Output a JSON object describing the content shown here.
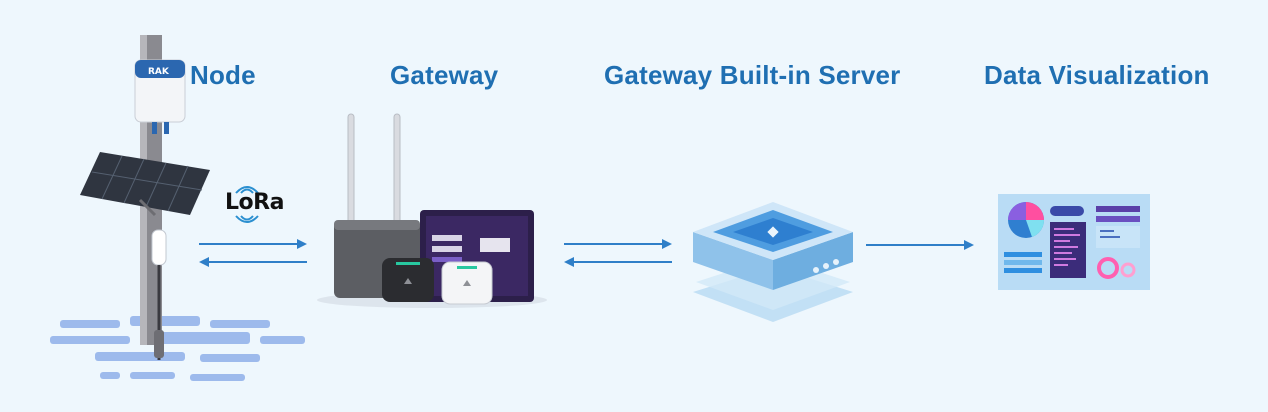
{
  "stages": [
    {
      "label": "Node"
    },
    {
      "label": "Gateway"
    },
    {
      "label": "Gateway Built-in Server"
    },
    {
      "label": "Data Visualization"
    }
  ],
  "lora_label": "LoRa",
  "node_brand_label": "RAK",
  "colors": {
    "background": "#eef7fd",
    "title": "#1f6fb2",
    "arrow": "#2f7fc8",
    "server_top": "#3f8fd8",
    "server_side": "#8fc2ea"
  },
  "icons": {
    "node": "sensor-pole-with-solar-panel",
    "gateway": "lora-gateway-devices",
    "server": "server-stack",
    "dashboard": "dashboard-screen",
    "lora_signal": "wireless-signal"
  }
}
